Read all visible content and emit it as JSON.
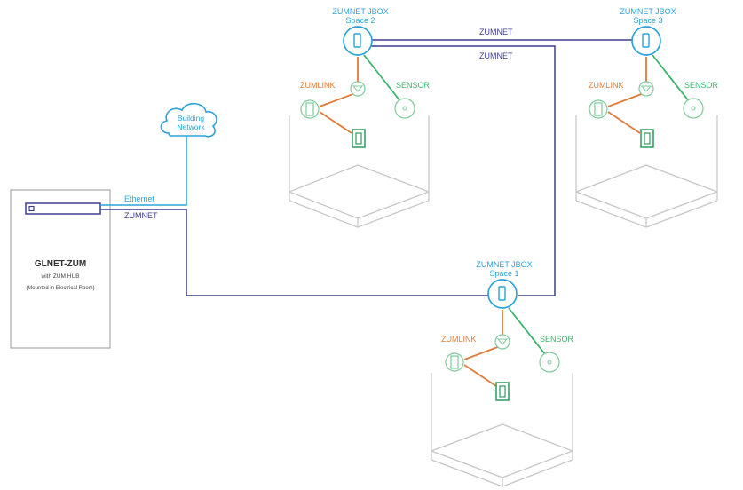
{
  "hub": {
    "title": "GLNET-ZUM",
    "subtitle": "with ZUM HUB",
    "note": "(Mounted in Electrical Room)"
  },
  "cloud": {
    "line1": "Building",
    "line2": "Network"
  },
  "links": {
    "ethernet": "Ethernet",
    "zumnet_hub": "ZUMNET",
    "zumnet_top": "ZUMNET",
    "zumnet_right": "ZUMNET"
  },
  "spaces": [
    {
      "jbox": "ZUMNET JBOX",
      "space": "Space 2",
      "zumlink": "ZUMLINK",
      "sensor": "SENSOR"
    },
    {
      "jbox": "ZUMNET JBOX",
      "space": "Space 3",
      "zumlink": "ZUMLINK",
      "sensor": "SENSOR"
    },
    {
      "jbox": "ZUMNET JBOX",
      "space": "Space 1",
      "zumlink": "ZUMLINK",
      "sensor": "SENSOR"
    }
  ],
  "colors": {
    "zumnet": "#3d3f8f",
    "ethernet": "#2ba3d9",
    "zumlink": "#e07b39",
    "sensor": "#3bb36b",
    "room": "#c8c8c8"
  }
}
